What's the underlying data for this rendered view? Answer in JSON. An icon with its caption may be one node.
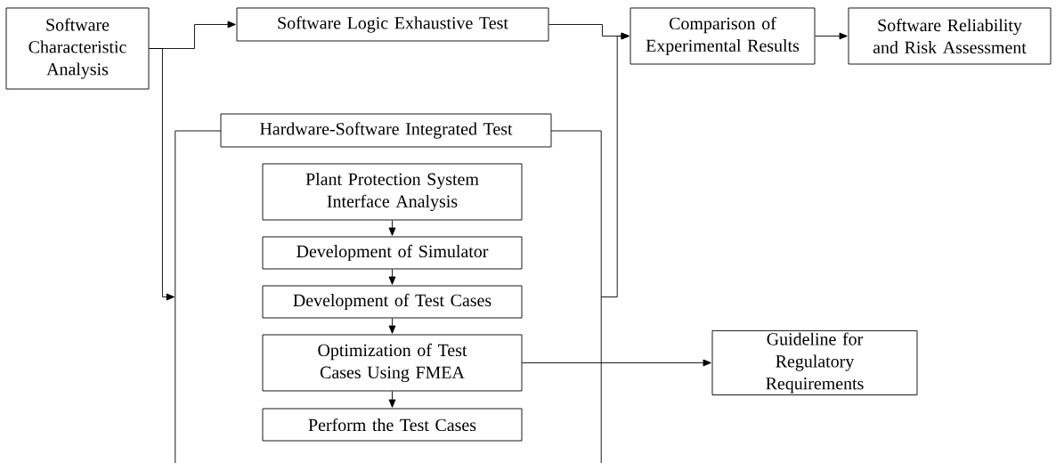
{
  "diagram": {
    "nodes": [
      {
        "text": [
          "Software Characteristic Analysis"
        ]
      },
      {
        "text": [
          "Software Logic Exhaustive Test"
        ]
      },
      {
        "text": [
          "Comparison of Experimental Results"
        ]
      },
      {
        "text": [
          "Software Reliability and Risk Assessment"
        ]
      },
      {
        "text": [
          "Hardware-Software Integrated Test"
        ]
      },
      {
        "text": [
          "Plant Protection System Interface Analysis"
        ],
        "in": 4
      },
      {
        "text": [
          "Development of Simulator"
        ],
        "in": 4
      },
      {
        "text": [
          "Development of Test Cases"
        ],
        "in": 4
      },
      {
        "text": [
          "Optimization of Test Cases Using FMEA"
        ],
        "in": 4
      },
      {
        "text": [
          "Perform the Test Cases"
        ],
        "in": 4
      },
      {
        "text": [
          "Guideline for Regulatory Requirements"
        ]
      }
    ],
    "edges": [
      {
        "from": 0,
        "to": 1,
        "arrow": "to"
      },
      {
        "from": 0,
        "to": 4,
        "arrow": "to"
      },
      {
        "from": 1,
        "to": 2,
        "arrow": "to"
      },
      {
        "from": 4,
        "to": 2,
        "arrow": "to"
      },
      {
        "from": 2,
        "to": 3,
        "arrow": "to"
      },
      {
        "from": 5,
        "to": 6,
        "arrow": "to"
      },
      {
        "from": 6,
        "to": 7,
        "arrow": "to"
      },
      {
        "from": 7,
        "to": 8,
        "arrow": "to"
      },
      {
        "from": 8,
        "to": 9,
        "arrow": "to"
      },
      {
        "from": 8,
        "to": 10,
        "arrow": "to"
      }
    ]
  }
}
